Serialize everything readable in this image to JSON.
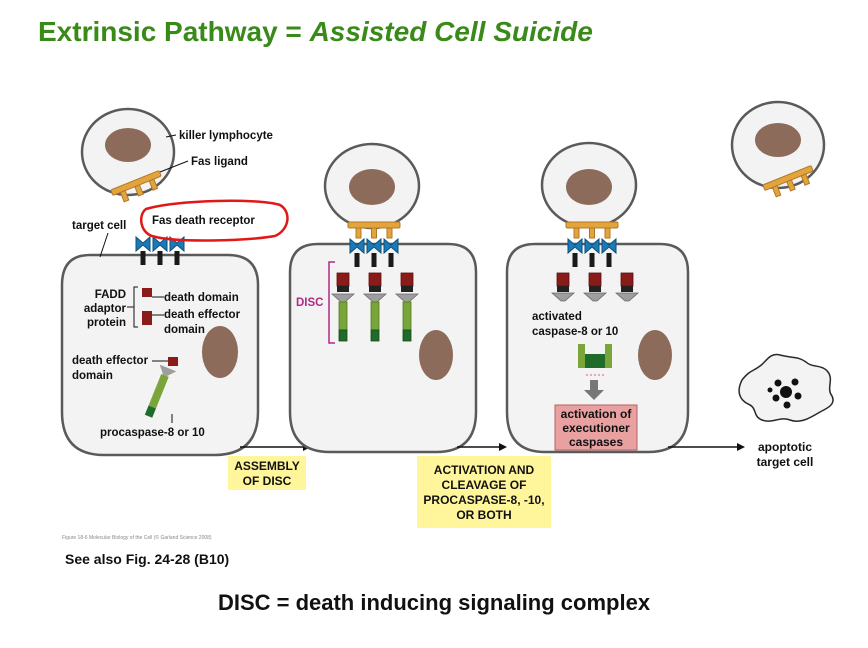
{
  "title": {
    "main": "Extrinsic Pathway = ",
    "emphasis": "Assisted Cell Suicide"
  },
  "labels": {
    "killer_lymphocyte": "killer lymphocyte",
    "fas_ligand": "Fas ligand",
    "target_cell": "target cell",
    "fas_death_receptor": "Fas death receptor",
    "fadd_1": "FADD",
    "fadd_2": "adaptor",
    "fadd_3": "protein",
    "death_domain": "death domain",
    "death_effector_1": "death effector",
    "death_effector_2": "domain",
    "ded_left_1": "death effector",
    "ded_left_2": "domain",
    "procaspase": "procaspase-8 or 10",
    "disc": "DISC",
    "activated_1": "activated",
    "activated_2": "caspase-8 or 10",
    "exec_1": "activation of",
    "exec_2": "executioner",
    "exec_3": "caspases",
    "apoptotic_1": "apoptotic",
    "apoptotic_2": "target cell"
  },
  "steps": {
    "assembly_1": "ASSEMBLY",
    "assembly_2": "OF DISC",
    "activation_1": "ACTIVATION AND",
    "activation_2": "CLEAVAGE OF",
    "activation_3": "PROCASPASE-8, -10,",
    "activation_4": "OR BOTH"
  },
  "figure_credit": "Figure 18-6 Molecular Biology of the Cell (© Garland Science 2008)",
  "see_also": "See also Fig. 24-28 (B10)",
  "footer": "DISC = death inducing signaling complex",
  "colors": {
    "title_green": "#3a8a1a",
    "nucleus": "#8c6b5a",
    "fas_ligand": "#e4a43c",
    "receptor": "#1a7ab8",
    "fadd": "#8b1a1a",
    "procaspase": "#7aa53a",
    "dark_green": "#1f6b2a",
    "highlight_yellow": "#fff59a",
    "exec_box": "#e8a0a0",
    "annotation_red": "#e11818",
    "disc_magenta": "#b02a85"
  }
}
